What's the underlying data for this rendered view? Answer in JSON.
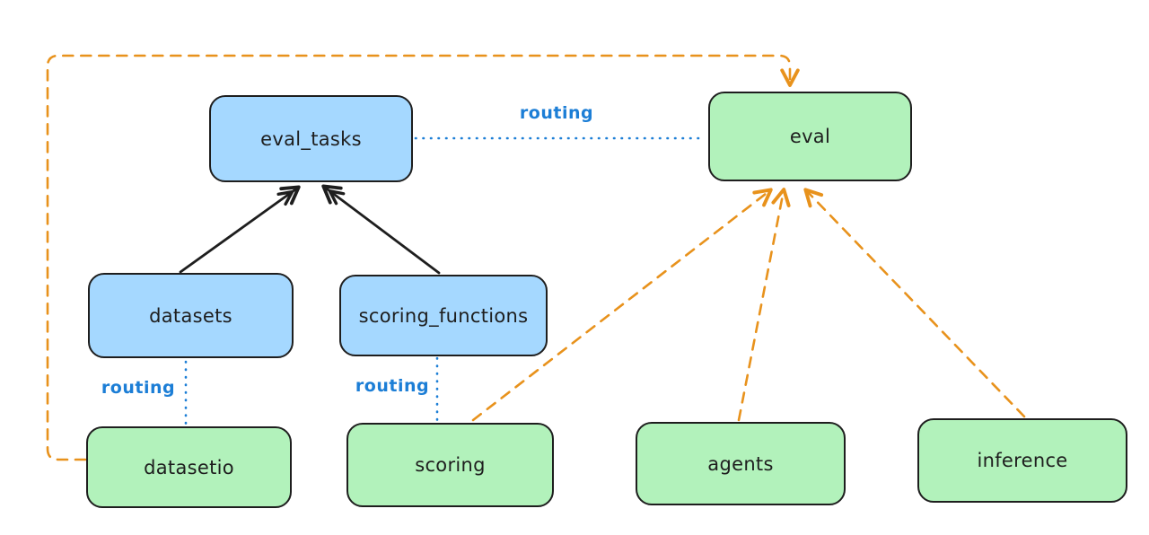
{
  "diagram": {
    "description": "Module routing diagram with blue registry nodes and green provider API nodes",
    "colors": {
      "blue_node_fill": "#a5d8ff",
      "green_node_fill": "#b2f2bb",
      "node_stroke": "#1e1e1e",
      "routing_line_blue": "#1c7ed6",
      "dashed_arrow_orange": "#e8921c",
      "solid_arrow_black": "#1e1e1e",
      "background": "#ffffff"
    },
    "nodes": [
      {
        "id": "eval_tasks",
        "label": "eval_tasks",
        "kind": "blue"
      },
      {
        "id": "eval",
        "label": "eval",
        "kind": "green"
      },
      {
        "id": "datasets",
        "label": "datasets",
        "kind": "blue"
      },
      {
        "id": "scoring_functions",
        "label": "scoring_functions",
        "kind": "blue"
      },
      {
        "id": "datasetio",
        "label": "datasetio",
        "kind": "green"
      },
      {
        "id": "scoring",
        "label": "scoring",
        "kind": "green"
      },
      {
        "id": "agents",
        "label": "agents",
        "kind": "green"
      },
      {
        "id": "inference",
        "label": "inference",
        "kind": "green"
      }
    ],
    "edge_labels": [
      {
        "id": "routing-eval_tasks-eval",
        "text": "routing"
      },
      {
        "id": "routing-datasets-datasetio",
        "text": "routing"
      },
      {
        "id": "routing-scoring_functions-scoring",
        "text": "routing"
      }
    ],
    "edges": [
      {
        "from": "datasets",
        "to": "eval_tasks",
        "style": "solid-black-arrow"
      },
      {
        "from": "scoring_functions",
        "to": "eval_tasks",
        "style": "solid-black-arrow"
      },
      {
        "from": "eval_tasks",
        "to": "eval",
        "style": "dotted-blue",
        "label": "routing"
      },
      {
        "from": "datasets",
        "to": "datasetio",
        "style": "dotted-blue",
        "label": "routing"
      },
      {
        "from": "scoring_functions",
        "to": "scoring",
        "style": "dotted-blue",
        "label": "routing"
      },
      {
        "from": "datasetio",
        "to": "eval",
        "style": "dashed-orange-arrow"
      },
      {
        "from": "scoring",
        "to": "eval",
        "style": "dashed-orange-arrow"
      },
      {
        "from": "agents",
        "to": "eval",
        "style": "dashed-orange-arrow"
      },
      {
        "from": "inference",
        "to": "eval",
        "style": "dashed-orange-arrow"
      }
    ]
  }
}
